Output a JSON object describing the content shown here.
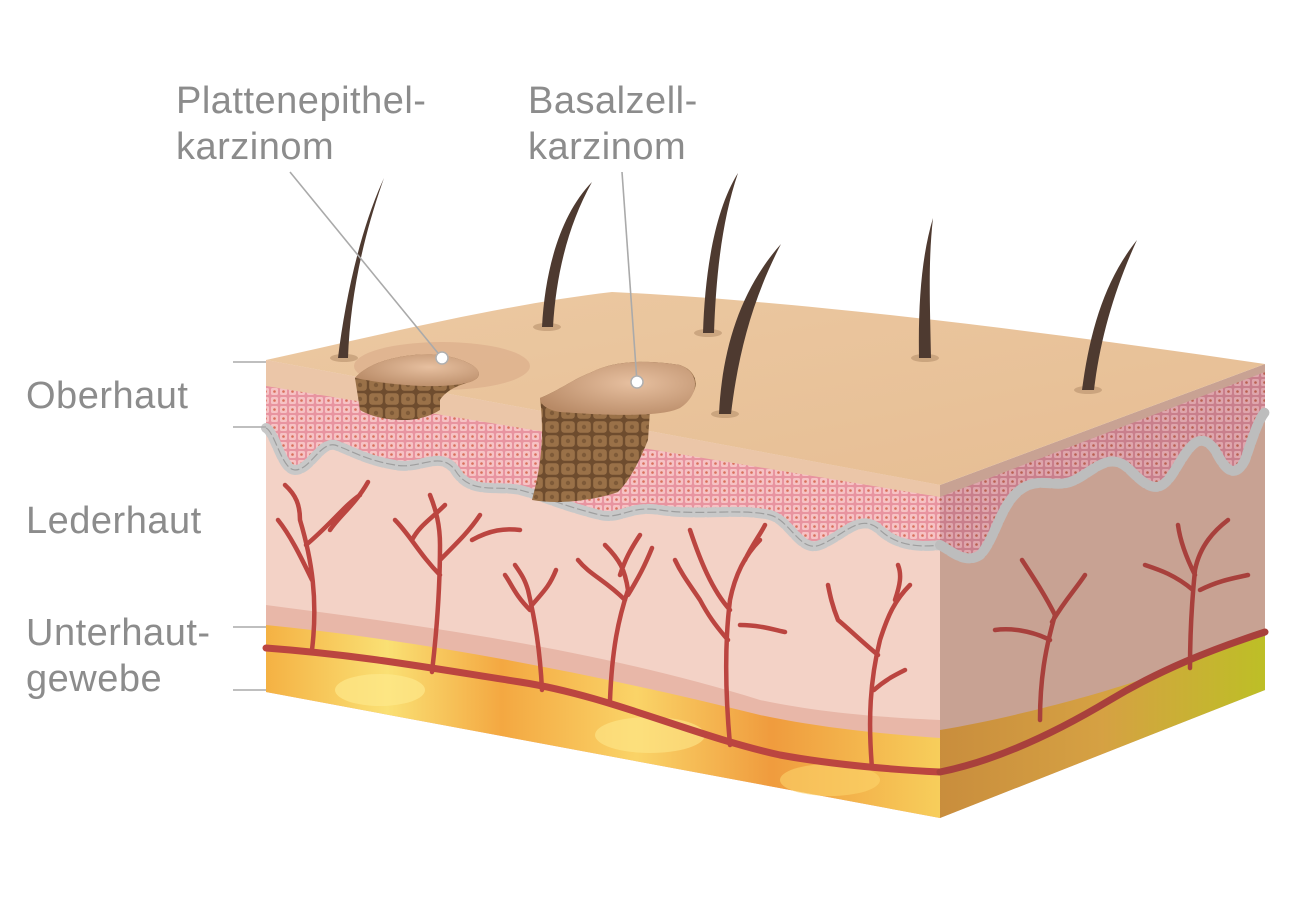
{
  "diagram": {
    "layers": {
      "epidermis": "Oberhaut",
      "dermis": "Lederhaut",
      "subcutis_line1": "Unterhaut-",
      "subcutis_line2": "gewebe"
    },
    "lesions": {
      "squamous_line1": "Plattenepithel-",
      "squamous_line2": "karzinom",
      "basal_line1": "Basalzell-",
      "basal_line2": "karzinom"
    },
    "colors": {
      "label": "#8c8c8c",
      "skin_surface": "#e8c39a",
      "epidermis_cells": "#e8a0a8",
      "dermis": "#f2cfc2",
      "side_face": "#c9a594",
      "vessel": "#b8433f",
      "fat": "#f2b640",
      "hair": "#4e3a30",
      "lesion": "#8c6642"
    }
  }
}
